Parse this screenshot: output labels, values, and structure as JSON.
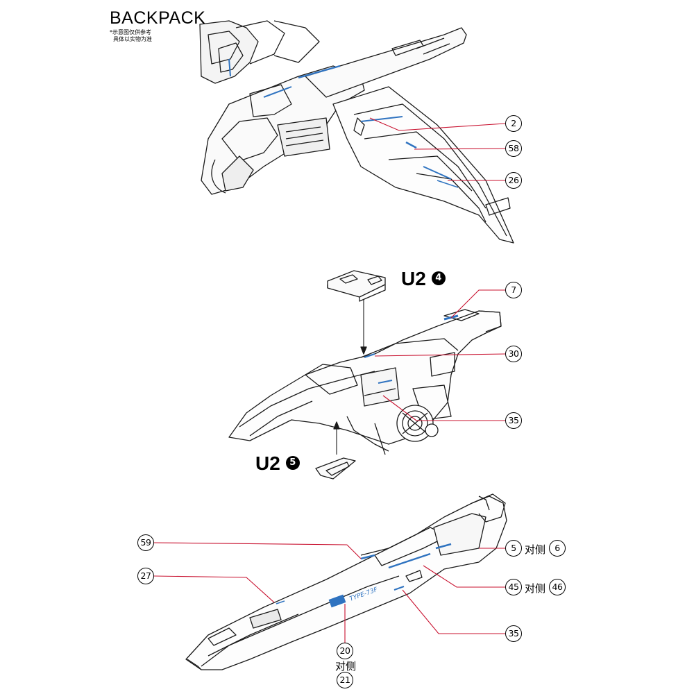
{
  "header": {
    "title": "BACKPACK",
    "note_line1": "*示意图仅供参考",
    "note_line2": "具体以实物为准"
  },
  "sections": {
    "top": {
      "callouts": [
        "2",
        "58",
        "26"
      ]
    },
    "middle": {
      "u2_top": {
        "label": "U2",
        "badge": "4"
      },
      "u2_bottom": {
        "label": "U2",
        "badge": "5"
      },
      "callouts": [
        "7",
        "30",
        "35"
      ]
    },
    "bottom": {
      "callouts_left": [
        "59",
        "27"
      ],
      "callout_5": "5",
      "callout_6": "6",
      "callout_45": "45",
      "callout_46": "46",
      "callout_35": "35",
      "callout_20": "20",
      "callout_21": "21",
      "opposite_label": "对侧",
      "decal_text": "TYPE-73F"
    }
  },
  "colors": {
    "leader": "#c8102e",
    "line": "#1a1a1a",
    "accent_blue": "#2f73c0"
  }
}
